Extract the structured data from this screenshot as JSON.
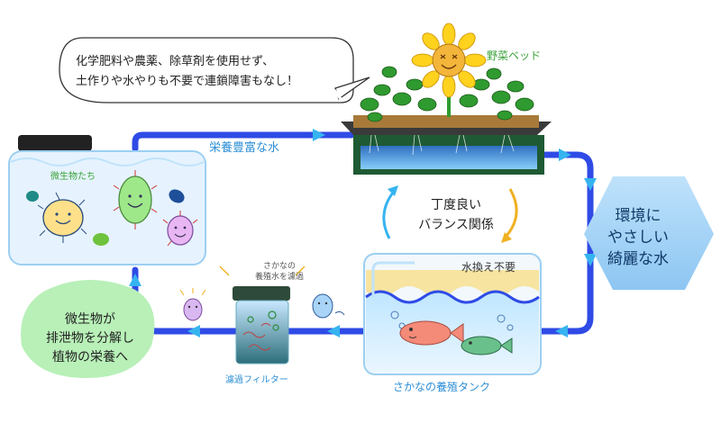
{
  "speech": {
    "line1": "化学肥料や農薬、除草剤を使用せず、",
    "line2": "土作りや水やりも不要で連鎖障害もなし！"
  },
  "labels": {
    "vegetable_bed": "野菜ベッド",
    "nutrient_water": "栄養豊富な水",
    "microbes": "微生物たち",
    "balance_line1": "丁度良い",
    "balance_line2": "バランス関係",
    "no_water_change": "水換え不要",
    "fish_tank": "さかなの養殖タンク",
    "filter": "濾過フィルター",
    "filter_note_line1": "さかなの",
    "filter_note_line2": "養殖水を濾過",
    "hex_line1": "環境に",
    "hex_line2": "やさしい",
    "hex_line3": "綺麗な水",
    "decompose_line1": "微生物が",
    "decompose_line2": "排泄物を分解し",
    "decompose_line3": "植物の栄養へ"
  },
  "colors": {
    "flow_blue": "#2f4be6",
    "arrow_cyan": "#35b4f0",
    "label_green": "#3aa33a",
    "label_blue": "#2e8fd6",
    "hex_fill": "#a9d4f7",
    "blob_green": "#b8f0b8"
  },
  "icons": [
    "sunflower-icon",
    "plant-icon",
    "fish-icon",
    "microbe-icon",
    "cycle-arrows-icon",
    "flow-arrow-icon"
  ]
}
